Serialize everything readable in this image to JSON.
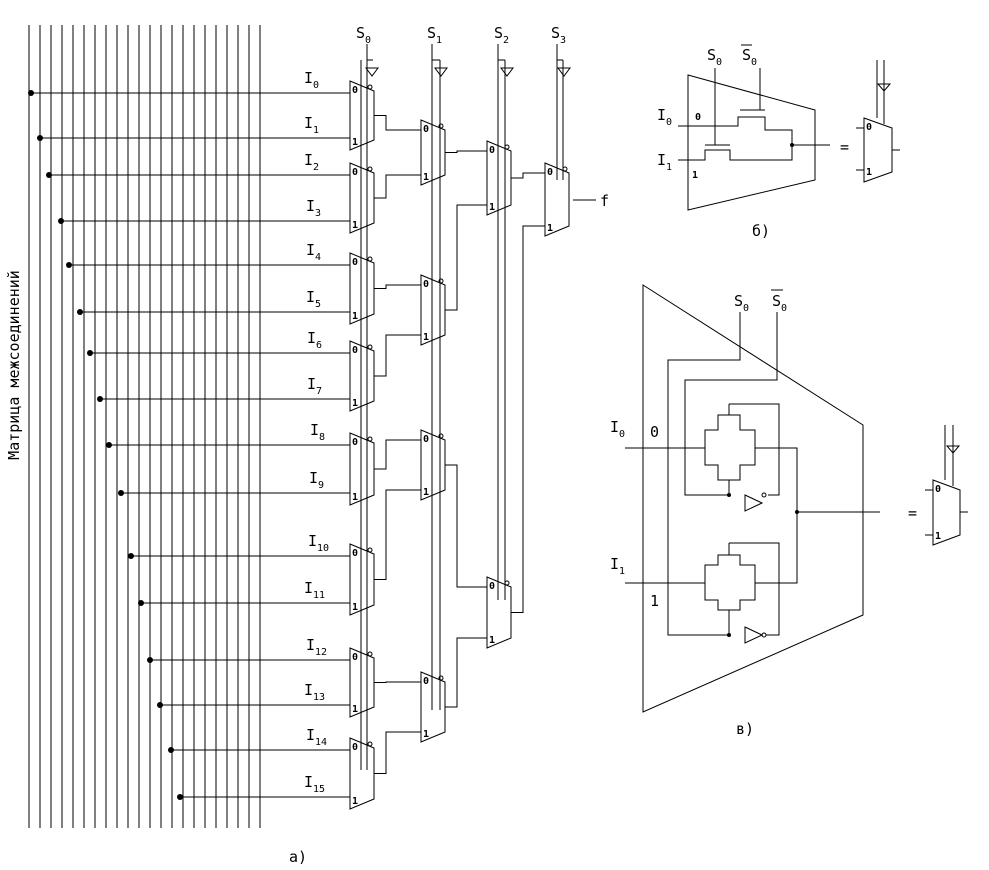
{
  "matrix_label": "Матрица межсоединений",
  "selects": [
    {
      "base": "S",
      "sub": "0"
    },
    {
      "base": "S",
      "sub": "1"
    },
    {
      "base": "S",
      "sub": "2"
    },
    {
      "base": "S",
      "sub": "3"
    }
  ],
  "inputs": [
    {
      "base": "I",
      "sub": "0"
    },
    {
      "base": "I",
      "sub": "1"
    },
    {
      "base": "I",
      "sub": "2"
    },
    {
      "base": "I",
      "sub": "3"
    },
    {
      "base": "I",
      "sub": "4"
    },
    {
      "base": "I",
      "sub": "5"
    },
    {
      "base": "I",
      "sub": "6"
    },
    {
      "base": "I",
      "sub": "7"
    },
    {
      "base": "I",
      "sub": "8"
    },
    {
      "base": "I",
      "sub": "9"
    },
    {
      "base": "I",
      "sub": "10"
    },
    {
      "base": "I",
      "sub": "11"
    },
    {
      "base": "I",
      "sub": "12"
    },
    {
      "base": "I",
      "sub": "13"
    },
    {
      "base": "I",
      "sub": "14"
    },
    {
      "base": "I",
      "sub": "15"
    }
  ],
  "output_label": "f",
  "mux_port0": "0",
  "mux_port1": "1",
  "equals": "=",
  "caption_a": "а)",
  "caption_b": "б)",
  "caption_c": "в)",
  "panel_b": {
    "s0": {
      "base": "S",
      "sub": "0"
    },
    "s0bar": {
      "base": "S",
      "sub": "0"
    },
    "i0": {
      "base": "I",
      "sub": "0"
    },
    "i1": {
      "base": "I",
      "sub": "1"
    },
    "zero": "0",
    "one": "1"
  },
  "panel_c": {
    "s0": {
      "base": "S",
      "sub": "0"
    },
    "s0bar": {
      "base": "S",
      "sub": "0"
    },
    "i0": {
      "base": "I",
      "sub": "0"
    },
    "i1": {
      "base": "I",
      "sub": "1"
    },
    "zero": "0",
    "one": "1"
  }
}
